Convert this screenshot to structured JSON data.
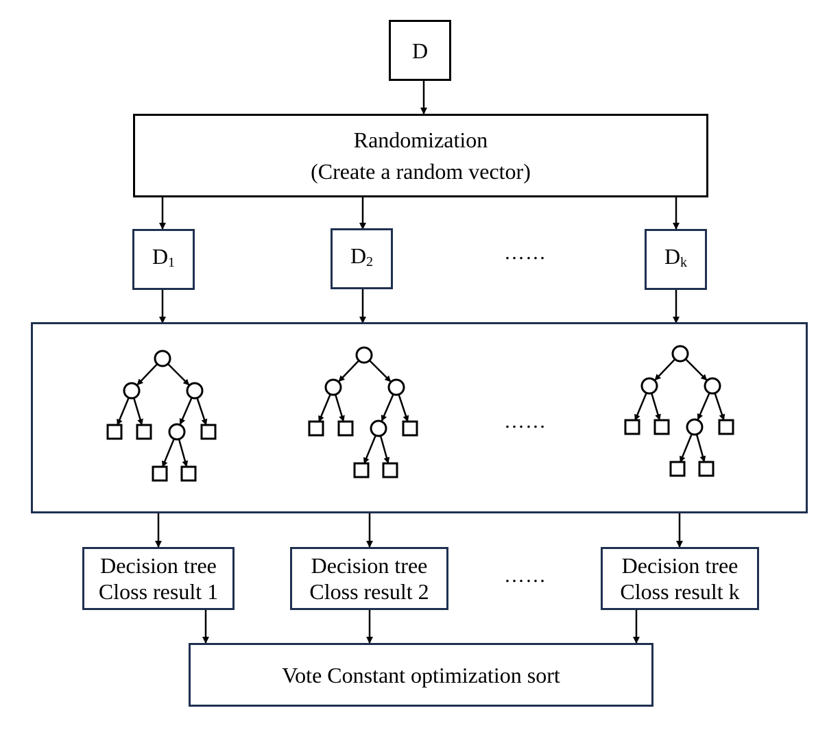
{
  "diagram": {
    "input_node": {
      "label": "D"
    },
    "randomization": {
      "title": "Randomization",
      "subtitle": "(Create a random vector)"
    },
    "subsets": [
      {
        "label": "D",
        "subscript": "1"
      },
      {
        "label": "D",
        "subscript": "2"
      },
      {
        "label": "D",
        "subscript": "k"
      }
    ],
    "ellipsis": "……",
    "results": [
      {
        "line1": "Decision tree",
        "line2": "Closs result 1"
      },
      {
        "line1": "Decision tree",
        "line2": "Closs result 2"
      },
      {
        "line1": "Decision tree",
        "line2": "Closs result k"
      }
    ],
    "vote": {
      "label": "Vote Constant optimization sort"
    },
    "colors": {
      "box_border_black": "#000000",
      "box_border_navy": "#1f3050"
    }
  }
}
